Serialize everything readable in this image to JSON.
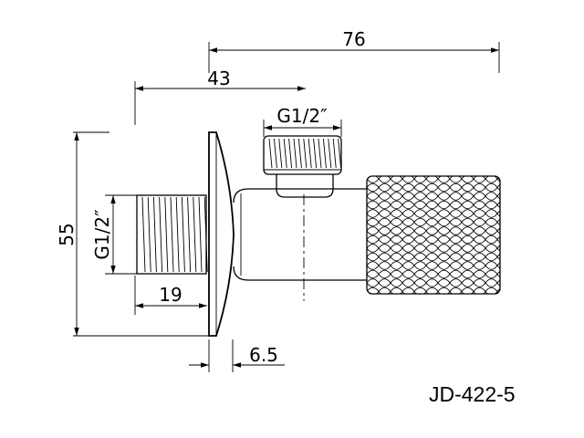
{
  "drawing": {
    "dimensions": {
      "overall_length": "76",
      "inlet_to_outlet": "43",
      "outlet_thread": "G1/2″",
      "height": "55",
      "inlet_thread": "G1/2″",
      "inlet_length": "19",
      "flange_thickness": "6.5"
    },
    "model_code": "JD-422-5"
  }
}
